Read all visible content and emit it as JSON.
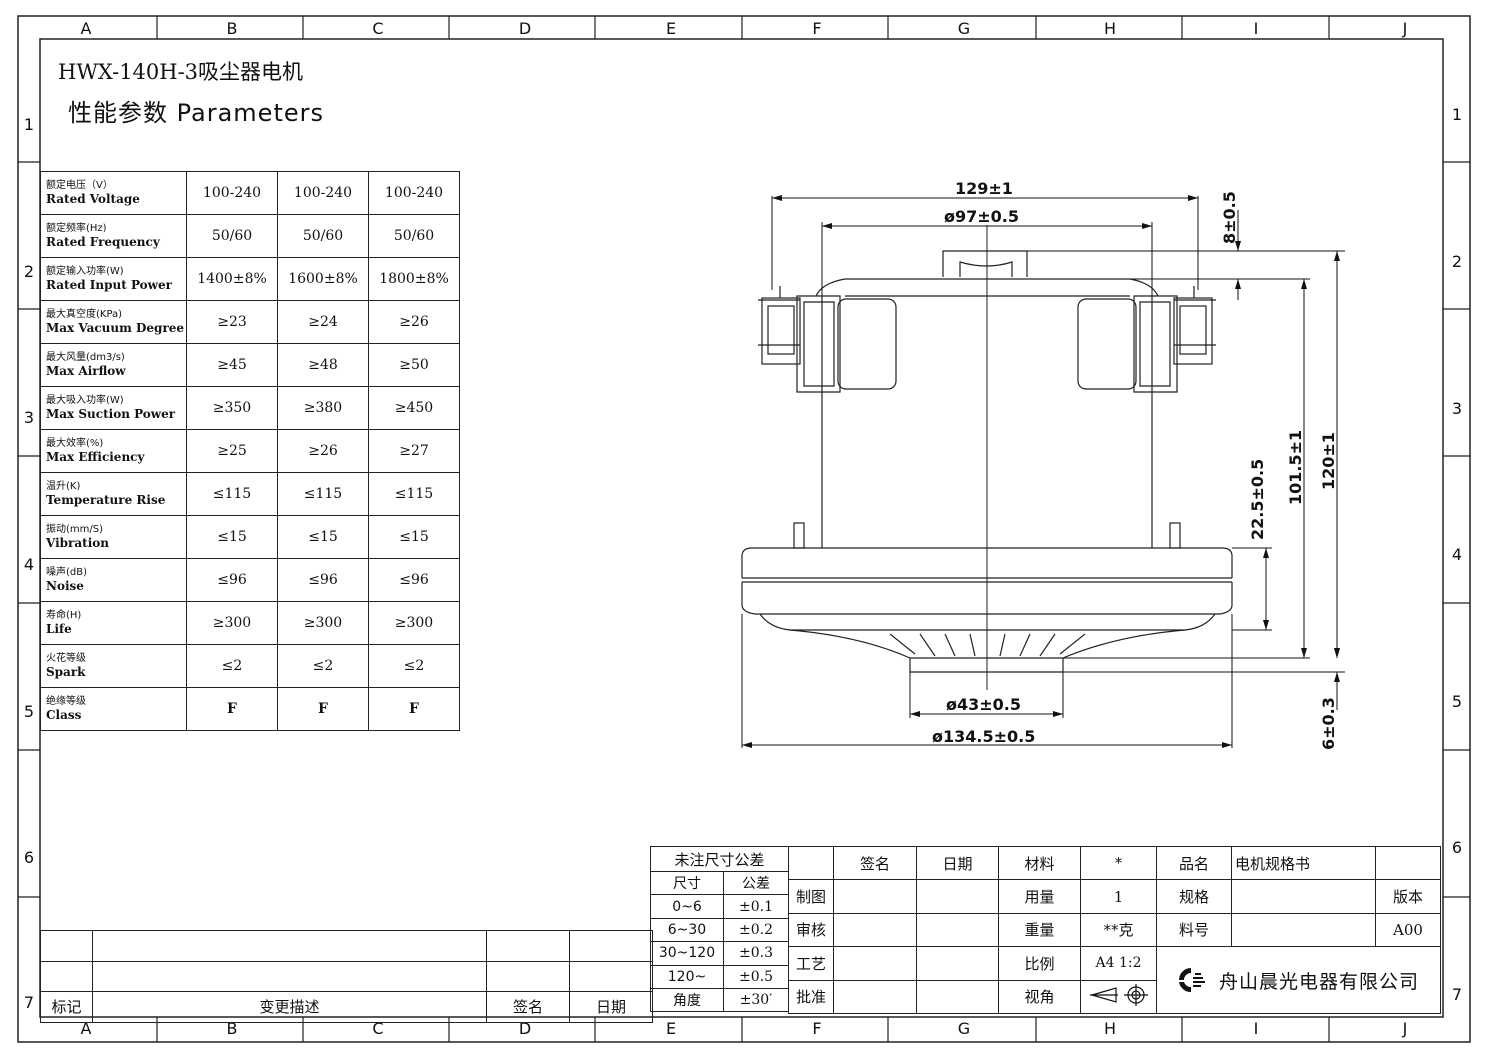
{
  "border": {
    "columns": [
      "A",
      "B",
      "C",
      "D",
      "E",
      "F",
      "G",
      "H",
      "I",
      "J"
    ],
    "rows": [
      "1",
      "2",
      "3",
      "4",
      "5",
      "6",
      "7"
    ]
  },
  "drawing": {
    "model_title": "HWX-140H-3吸尘器电机",
    "section_title": "性能参数  Parameters"
  },
  "parameters": [
    {
      "cn": "额定电压（V）",
      "en": "Rated Voltage",
      "v": [
        "100-240",
        "100-240",
        "100-240"
      ]
    },
    {
      "cn": "额定频率(Hz)",
      "en": "Rated Frequency",
      "v": [
        "50/60",
        "50/60",
        "50/60"
      ]
    },
    {
      "cn": "额定输入功率(W)",
      "en": "Rated Input Power",
      "v": [
        "1400±8%",
        "1600±8%",
        "1800±8%"
      ]
    },
    {
      "cn": "最大真空度(KPa)",
      "en": "Max Vacuum Degree",
      "v": [
        "≥23",
        "≥24",
        "≥26"
      ]
    },
    {
      "cn": "最大风量(dm3/s)",
      "en": "Max Airflow",
      "v": [
        "≥45",
        "≥48",
        "≥50"
      ]
    },
    {
      "cn": "最大吸入功率(W)",
      "en": "Max Suction Power",
      "v": [
        "≥350",
        "≥380",
        "≥450"
      ]
    },
    {
      "cn": "最大效率(%)",
      "en": "Max Efficiency",
      "v": [
        "≥25",
        "≥26",
        "≥27"
      ]
    },
    {
      "cn": "温升(K)",
      "en": "Temperature Rise",
      "v": [
        "≤115",
        "≤115",
        "≤115"
      ]
    },
    {
      "cn": "振动(mm/S)",
      "en": "Vibration",
      "v": [
        "≤15",
        "≤15",
        "≤15"
      ]
    },
    {
      "cn": "噪声(dB)",
      "en": "Noise",
      "v": [
        "≤96",
        "≤96",
        "≤96"
      ]
    },
    {
      "cn": "寿命(H)",
      "en": "Life",
      "v": [
        "≥300",
        "≥300",
        "≥300"
      ]
    },
    {
      "cn": "火花等级",
      "en": "Spark",
      "v": [
        "≤2",
        "≤2",
        "≤2"
      ]
    },
    {
      "cn": "绝缘等级",
      "en": "Class",
      "v": [
        "F",
        "F",
        "F"
      ]
    }
  ],
  "dimensions": {
    "width_129": "129±1",
    "dia_97": "ø97±0.5",
    "top_8": "8±0.5",
    "h_101": "101.5±1",
    "h_120": "120±1",
    "h_22": "22.5±0.5",
    "dia_43": "ø43±0.5",
    "dia_134": "ø134.5±0.5",
    "bot_6": "6±0.3"
  },
  "tolerance": {
    "title": "未注尺寸公差",
    "col_size": "尺寸",
    "col_tol": "公差",
    "rows": [
      {
        "size": "0~6",
        "tol": "±0.1"
      },
      {
        "size": "6~30",
        "tol": "±0.2"
      },
      {
        "size": "30~120",
        "tol": "±0.3"
      },
      {
        "size": "120~",
        "tol": "±0.5"
      },
      {
        "size": "角度",
        "tol": "±30′"
      }
    ]
  },
  "title_block": {
    "sign": "签名",
    "date": "日期",
    "draw": "制图",
    "check": "审核",
    "process": "工艺",
    "approve": "批准",
    "material_label": "材料",
    "material_value": "*",
    "qty_label": "用量",
    "qty_value": "1",
    "weight_label": "重量",
    "weight_value": "**克",
    "scale_label": "比例",
    "scale_value": "A4 1:2",
    "view_label": "视角",
    "product_label": "品名",
    "product_value": "电机规格书",
    "spec_label": "规格",
    "version_label": "版本",
    "part_label": "料号",
    "version_value": "A00",
    "company": "舟山晨光电器有限公司"
  },
  "revision": {
    "mark": "标记",
    "desc": "变更描述",
    "sign": "签名",
    "date": "日期"
  }
}
